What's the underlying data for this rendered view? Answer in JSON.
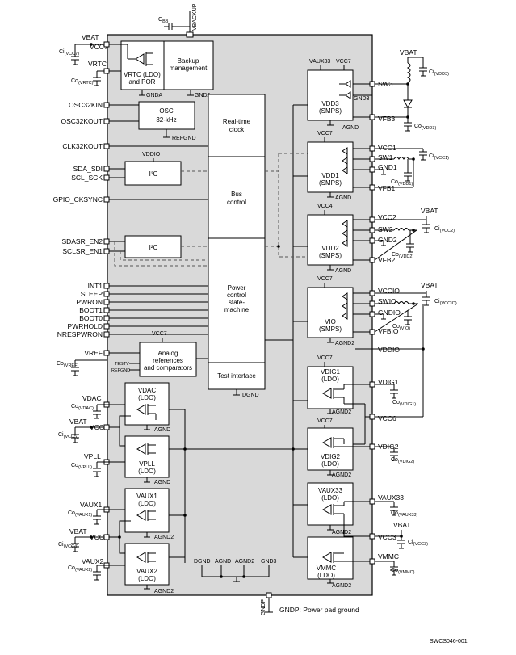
{
  "figure_id": "SWCS046-001",
  "top": {
    "c_bb": "C",
    "c_bb_sub": "BB",
    "vbackup": "VBACKUP"
  },
  "left_pins": {
    "vbat_top": "VBAT",
    "vcc7": "VCC7",
    "vrtc": "VRTC",
    "ci_vcc7": "Ci",
    "ci_vcc7_sub": "(VCC7)",
    "co_vrtc": "Co",
    "co_vrtc_sub": "(VRTC)",
    "osc32kin": "OSC32KIN",
    "osc32kout": "OSC32KOUT",
    "clk32kout": "CLK32KOUT",
    "sda_sdi": "SDA_SDI",
    "scl_sck": "SCL_SCK",
    "gpio_cksync": "GPIO_CKSYNC",
    "sdasr_en2": "SDASR_EN2",
    "sclsr_en1": "SCLSR_EN1",
    "int1": "INT1",
    "sleep": "SLEEP",
    "pwron": "PWRON",
    "boot1": "BOOT1",
    "boot0": "BOOT0",
    "pwrhold": "PWRHOLD",
    "nrespwron": "NRESPWRON",
    "vref": "VREF",
    "co_vref": "Co",
    "co_vref_sub": "(VREF)",
    "vdac": "VDAC",
    "co_vdac": "Co",
    "co_vdac_sub": "(VDAC)",
    "vbat_vcc5": "VBAT",
    "vcc5": "VCC5",
    "ci_vcc5": "Ci",
    "ci_vcc5_sub": "(VCC5)",
    "vpll": "VPLL",
    "co_vpll": "Co",
    "co_vpll_sub": "(VPLL)",
    "vaux1": "VAUX1",
    "co_vaux1": "Co",
    "co_vaux1_sub": "(VAUX1)",
    "vbat_vcc4": "VBAT",
    "vcc4": "VCC4",
    "ci_vcc4": "Ci",
    "ci_vcc4_sub": "(VCC4)",
    "vaux2": "VAUX2",
    "co_vaux2": "Co",
    "co_vaux2_sub": "(VAUX2)"
  },
  "blocks": {
    "vrtc_l1": "VRTC (LDO)",
    "vrtc_l2": "and POR",
    "backup_l1": "Backup",
    "backup_l2": "management",
    "gnda1": "GNDA",
    "gnda2": "GNDA",
    "osc_l1": "OSC",
    "osc_l2": "32-kHz",
    "refgnd": "REFGND",
    "rtc_l1": "Real-time",
    "rtc_l2": "clock",
    "vddio": "VDDIO",
    "i2c": "I²C",
    "i2c_b": "I²C",
    "bus_l1": "Bus",
    "bus_l2": "control",
    "pwr_l1": "Power",
    "pwr_l2": "control",
    "pwr_l3": "state-",
    "pwr_l4": "machine",
    "vcc7_analog": "VCC7",
    "analog_l1": "Analog",
    "analog_l2": "references",
    "analog_l3": "and comparators",
    "testv": "TESTV",
    "refgnd_l": "REFGND",
    "test_if": "Test interface",
    "dgnd": "DGND",
    "vdac_l1": "VDAC",
    "vdac_l2": "(LDO)",
    "agnd_vdac": "AGND",
    "vpll_l": "VPLL",
    "vpll_ldo": "(LDO)",
    "agnd_vpll": "AGND",
    "vaux1_l1": "VAUX1",
    "vaux1_l2": "(LDO)",
    "agnd2_vaux1": "AGND2",
    "vaux2_l1": "VAUX2",
    "vaux2_l2": "(LDO)",
    "agnd2_vaux2": "AGND2",
    "bot_dgnd": "DGND",
    "bot_agnd": "AGND",
    "bot_agnd2": "AGND2",
    "bot_gnd3": "GND3",
    "gndp": "GNDP",
    "gndp_note": "GNDP: Power pad ground",
    "vdd3_vaux33": "VAUX33",
    "vdd3_vcc7": "VCC7",
    "vdd3_l1": "VDD3",
    "vdd3_l2": "(SMPS)",
    "vdd3_gnd3": "GND3",
    "vdd3_agnd": "AGND",
    "vdd1_vcc7": "VCC7",
    "vdd1_l1": "VDD1",
    "vdd1_l2": "(SMPS)",
    "vdd1_agnd": "AGND",
    "vdd2_vcc4": "VCC4",
    "vdd2_l1": "VDD2",
    "vdd2_l2": "(SMPS)",
    "vdd2_agnd": "AGND",
    "vio_vcc7": "VCC7",
    "vio_l1": "VIO",
    "vio_l2": "(SMPS)",
    "vio_agnd2": "AGND2",
    "vdig1_vcc7": "VCC7",
    "vdig1_l1": "VDIG1",
    "vdig1_l2": "(LDO)",
    "vdig1_agnd2": "AGND2",
    "vdig2_vcc7": "VCC7",
    "vdig2_l1": "VDIG2",
    "vdig2_l2": "(LDO)",
    "vdig2_agnd2": "AGND2",
    "vaux33_l1": "VAUX33",
    "vaux33_l2": "(LDO)",
    "vaux33_agnd2": "AGND2",
    "vmmc_l1": "VMMC",
    "vmmc_l2": "(LDO)",
    "vmmc_agnd2": "AGND2"
  },
  "right_pins": {
    "vbat_vdd3": "VBAT",
    "ci_vdd3": "Ci",
    "ci_vdd3_sub": "(VDD3)",
    "sw3": "SW3",
    "vfb3": "VFB3",
    "co_vdd3": "Co",
    "co_vdd3_sub": "(VDD3)",
    "vcc1": "VCC1",
    "sw1": "SW1",
    "gnd1": "GND1",
    "vfb1": "VFB1",
    "ci_vcc1": "Ci",
    "ci_vcc1_sub": "(VCC1)",
    "co_vdd1": "Co",
    "co_vdd1_sub": "(VDD1)",
    "vbat_vcc2": "VBAT",
    "vcc2": "VCC2",
    "sw2": "SW2",
    "gnd2": "GND2",
    "vfb2": "VFB2",
    "ci_vcc2": "Ci",
    "ci_vcc2_sub": "(VCC2)",
    "co_vdd2": "Co",
    "co_vdd2_sub": "(VDD2)",
    "vbat_vccio": "VBAT",
    "vccio": "VCCIO",
    "swio": "SWIO",
    "gndio": "GNDIO",
    "vfbio": "VFBIO",
    "ci_vccio": "Ci",
    "ci_vccio_sub": "(VCCIO)",
    "co_vio": "Co",
    "co_vio_sub": "(VIO)",
    "vddio_r": "VDDIO",
    "vdig1": "VDIG1",
    "co_vdig1": "Co",
    "co_vdig1_sub": "(VDIG1)",
    "vcc6": "VCC6",
    "vdig2": "VDIG2",
    "co_vdig2": "Co",
    "co_vdig2_sub": "(VDIG2)",
    "vaux33": "VAUX33",
    "co_vaux33": "Co",
    "co_vaux33_sub": "(VAUX33)",
    "vbat_vcc3": "VBAT",
    "vcc3": "VCC3",
    "ci_vcc3": "Ci",
    "ci_vcc3_sub": "(VCC3)",
    "vmmc": "VMMC",
    "co_vmmc": "Co",
    "co_vmmc_sub": "(VMMC)"
  }
}
